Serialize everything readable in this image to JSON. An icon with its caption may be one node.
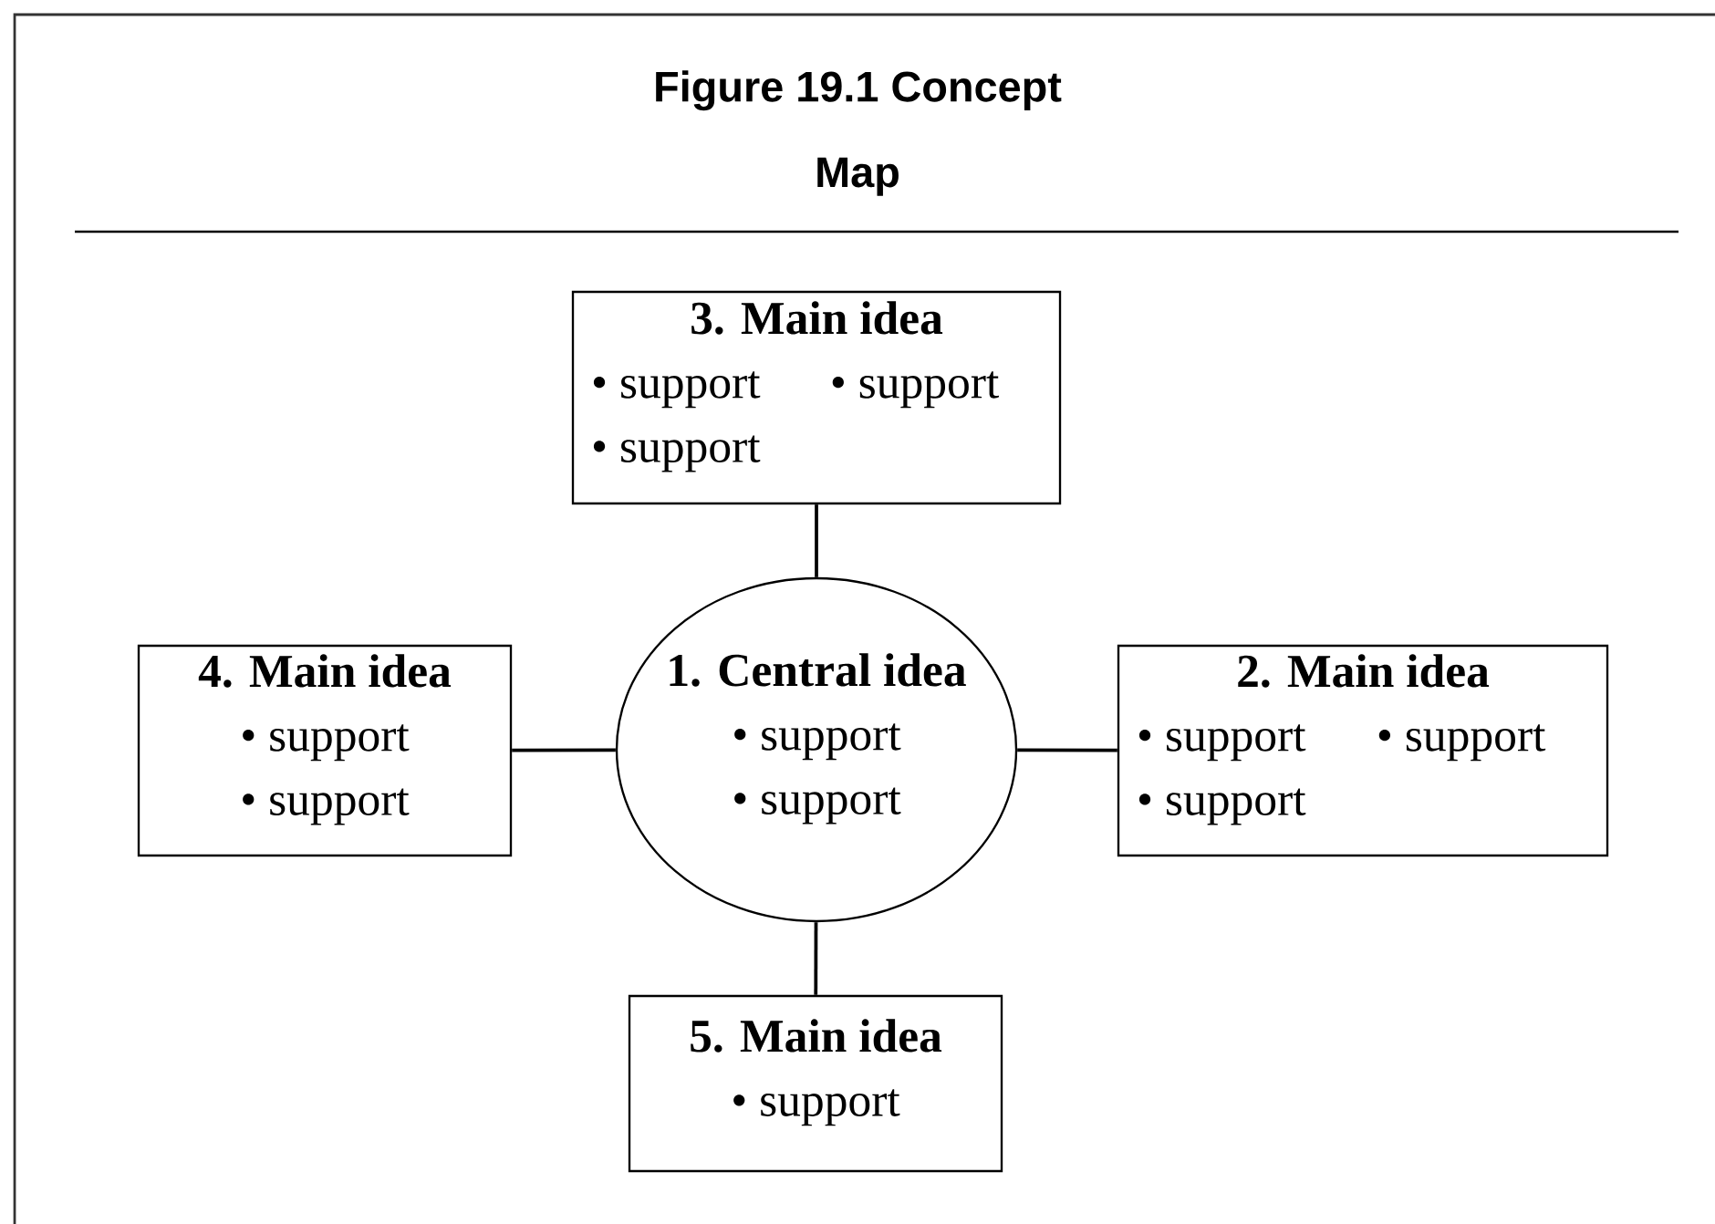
{
  "diagram": {
    "title": "Figure 19.1 Concept Map",
    "nodes": [
      {
        "text": [
          "3. Main idea",
          "• support",
          "• support",
          "• support"
        ]
      },
      {
        "text": [
          "4. Main idea",
          "• support",
          "• support"
        ]
      },
      {
        "text": [
          "1. Central idea",
          "• support",
          "• support"
        ]
      },
      {
        "text": [
          "2. Main idea",
          "• support",
          "• support",
          "• support"
        ]
      },
      {
        "text": [
          "5. Main idea",
          "• support"
        ]
      }
    ],
    "edges": [
      {
        "from": 2,
        "to": 0,
        "arrow": "none"
      },
      {
        "from": 2,
        "to": 1,
        "arrow": "none"
      },
      {
        "from": 2,
        "to": 3,
        "arrow": "none"
      },
      {
        "from": 2,
        "to": 4,
        "arrow": "none"
      }
    ]
  }
}
